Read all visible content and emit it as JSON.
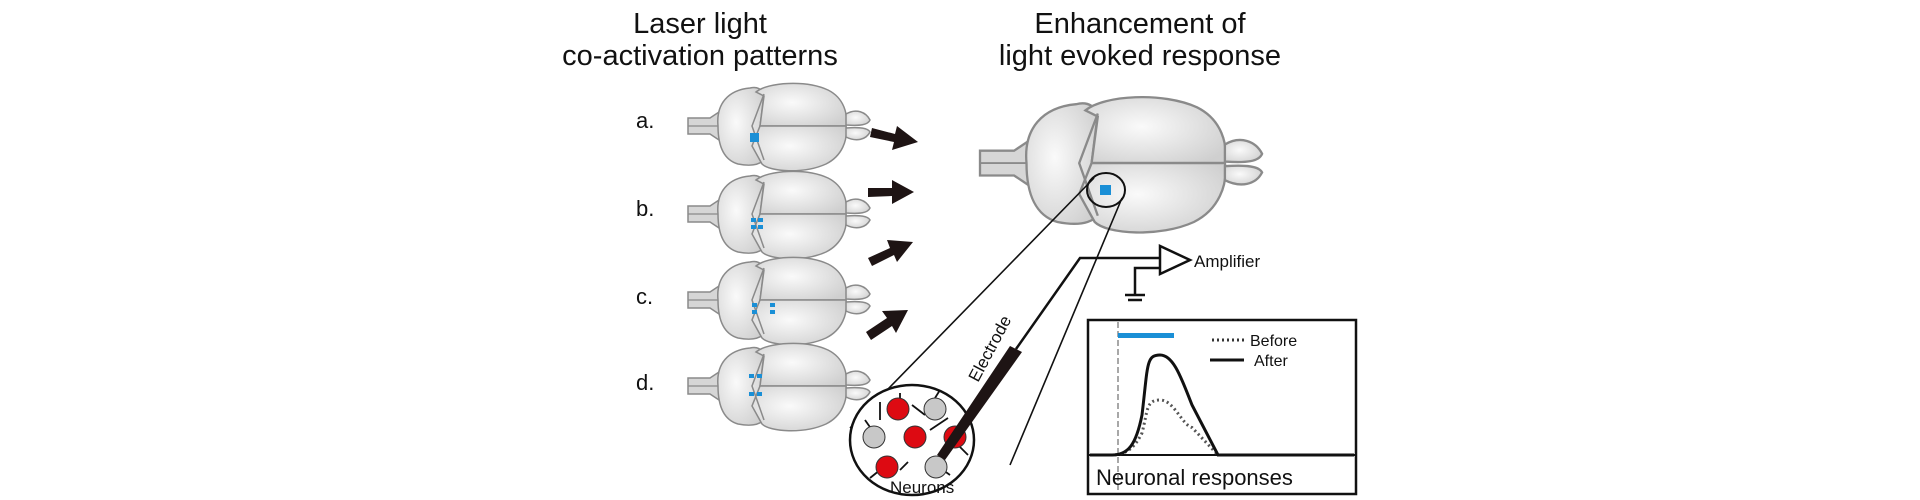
{
  "titles": {
    "left_line1": "Laser light",
    "left_line2": "co-activation patterns",
    "right_line1": "Enhancement of",
    "right_line2": "light evoked response"
  },
  "patterns": [
    {
      "label": "a.",
      "spots": "single square"
    },
    {
      "label": "b.",
      "spots": "2x2 cluster"
    },
    {
      "label": "c.",
      "spots": "two pairs, horizontally separated"
    },
    {
      "label": "d.",
      "spots": "two pairs, across midline"
    }
  ],
  "labels": {
    "amplifier": "Amplifier",
    "electrode": "Electrode",
    "neurons": "Neurons"
  },
  "colors": {
    "laser_blue": "#1a8fd6",
    "neuron_red": "#dd0a12",
    "neuron_gray": "#c8c8c8",
    "brain_fill": "#dedede",
    "brain_stroke": "#8a8a8a",
    "arrow": "#1e1414"
  },
  "chart_data": {
    "type": "line",
    "title": "Neuronal responses",
    "xlabel": "",
    "ylabel": "",
    "legend": [
      "Before",
      "After"
    ],
    "legend_position": "top-right",
    "stimulus_bar": "blue bar indicating light stimulus period",
    "series": [
      {
        "name": "Before",
        "style": "dotted",
        "peak_relative": 0.55
      },
      {
        "name": "After",
        "style": "solid",
        "peak_relative": 1.0
      }
    ]
  }
}
